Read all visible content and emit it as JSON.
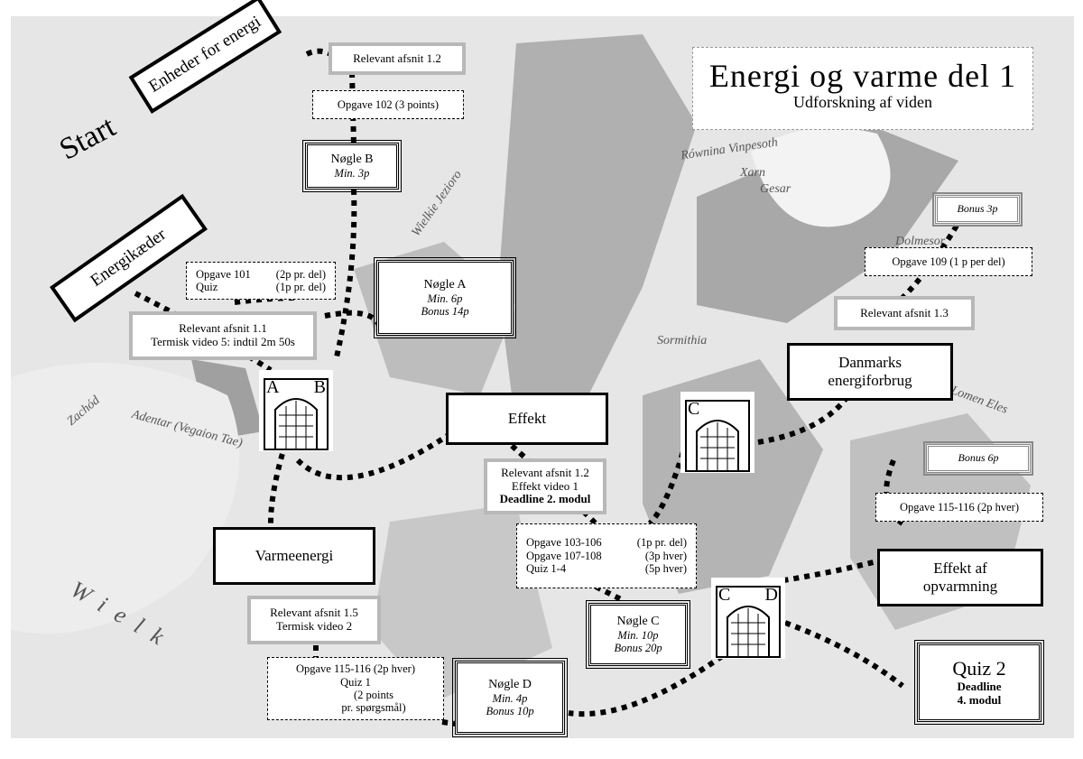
{
  "title": "Energi og varme del 1",
  "subtitle": "Udforskning af viden",
  "start_label": "Start",
  "map_words": [
    "Wielkie Jezioro",
    "Równina Vinpesoth",
    "Xarn",
    "Gesar",
    "Dolmesor",
    "Sormithia",
    "Lomen Eles",
    "Adentar (Vegaion Tae)",
    "Zachód",
    "Wielk"
  ],
  "topics": {
    "enheder": "Enheder for energi",
    "energikaeder": "Energikæder",
    "effekt": "Effekt",
    "varmeenergi": "Varmeenergi",
    "danmarks": [
      "Danmarks",
      "energiforbrug"
    ],
    "opvarmning": [
      "Effekt af",
      "opvarmning"
    ],
    "quiz2": {
      "title": "Quiz 2",
      "deadline": "Deadline",
      "module": "4. modul"
    }
  },
  "sections": {
    "r12_top": "Relevant afsnit 1.2",
    "r11": [
      "Relevant afsnit 1.1",
      "Termisk video 5: indtil 2m 50s"
    ],
    "r12_mid": [
      "Relevant afsnit 1.2",
      "Effekt video 1",
      "Deadline 2. modul"
    ],
    "r15": [
      "Relevant afsnit 1.5",
      "Termisk video 2"
    ],
    "r13": "Relevant afsnit 1.3"
  },
  "tasks": {
    "o102": "Opgave 102   (3 points)",
    "o101": [
      [
        "Opgave 101",
        "(2p pr. del)"
      ],
      [
        "Quiz",
        "(1p pr. del)"
      ]
    ],
    "o103": [
      [
        "Opgave 103-106",
        "(1p pr. del)"
      ],
      [
        "Opgave 107-108",
        "(3p hver)"
      ],
      [
        "Quiz 1-4",
        "(5p hver)"
      ]
    ],
    "o115a": [
      "Opgave 115-116  (2p hver)",
      "Quiz 1",
      "(2 points",
      "pr. spørgsmål)"
    ],
    "o109": "Opgave 109   (1 p per del)",
    "o115b": "Opgave 115-116  (2p hver)"
  },
  "keys": {
    "b": {
      "name": "Nøgle B",
      "min": "Min. 3p"
    },
    "a": {
      "name": "Nøgle A",
      "min": "Min. 6p",
      "bonus": "Bonus 14p"
    },
    "c": {
      "name": "Nøgle C",
      "min": "Min. 10p",
      "bonus": "Bonus 20p"
    },
    "d": {
      "name": "Nøgle D",
      "min": "Min. 4p",
      "bonus": "Bonus 10p"
    }
  },
  "bonus": {
    "b3": "Bonus 3p",
    "b6": "Bonus 6p"
  },
  "gates": {
    "ab": [
      "A",
      "B"
    ],
    "c": [
      "C"
    ],
    "cd": [
      "C",
      "D"
    ]
  }
}
